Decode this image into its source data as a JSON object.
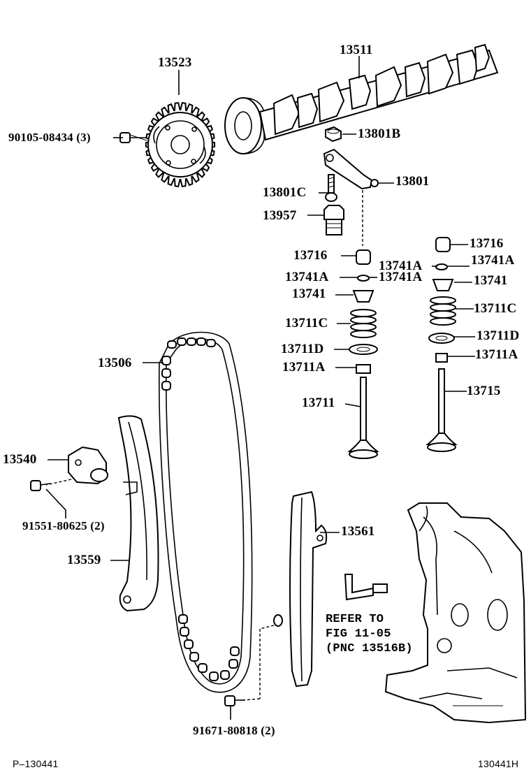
{
  "parts": {
    "camshaft": "13511",
    "cam_sprocket": "13523",
    "sprocket_bolt": "90105-08434 (3)",
    "adjust_screw_nut": "13801B",
    "rocker_arm": "13801",
    "adjust_screw": "13801C",
    "lash_adjuster": "13957",
    "valve_lifter_left": "13716",
    "valve_lifter_right": "13716",
    "retainer_lock_left_a": "13741A",
    "retainer_lock_left_b": "13741A",
    "retainer_lock_right_a": "13741A",
    "retainer_lock_right_b": "13741A",
    "retainer_left": "13741",
    "retainer_right": "13741",
    "spring_left": "13711C",
    "spring_right": "13711C",
    "spring_seat_left": "13711D",
    "spring_seat_right": "13711D",
    "stem_seal_left": "13711A",
    "stem_seal_right": "13711A",
    "intake_valve": "13711",
    "exhaust_valve": "13715",
    "timing_chain": "13506",
    "chain_tensioner": "13540",
    "tensioner_bolt": "91551-80625 (2)",
    "tensioner_slipper": "13559",
    "chain_guide": "13561",
    "guide_bolt": "91671-80818 (2)"
  },
  "reference_note": [
    "REFER TO",
    "FIG 11-05",
    "(PNC 13516B)"
  ],
  "footer": {
    "left": "P–130441",
    "right": "130441H"
  }
}
